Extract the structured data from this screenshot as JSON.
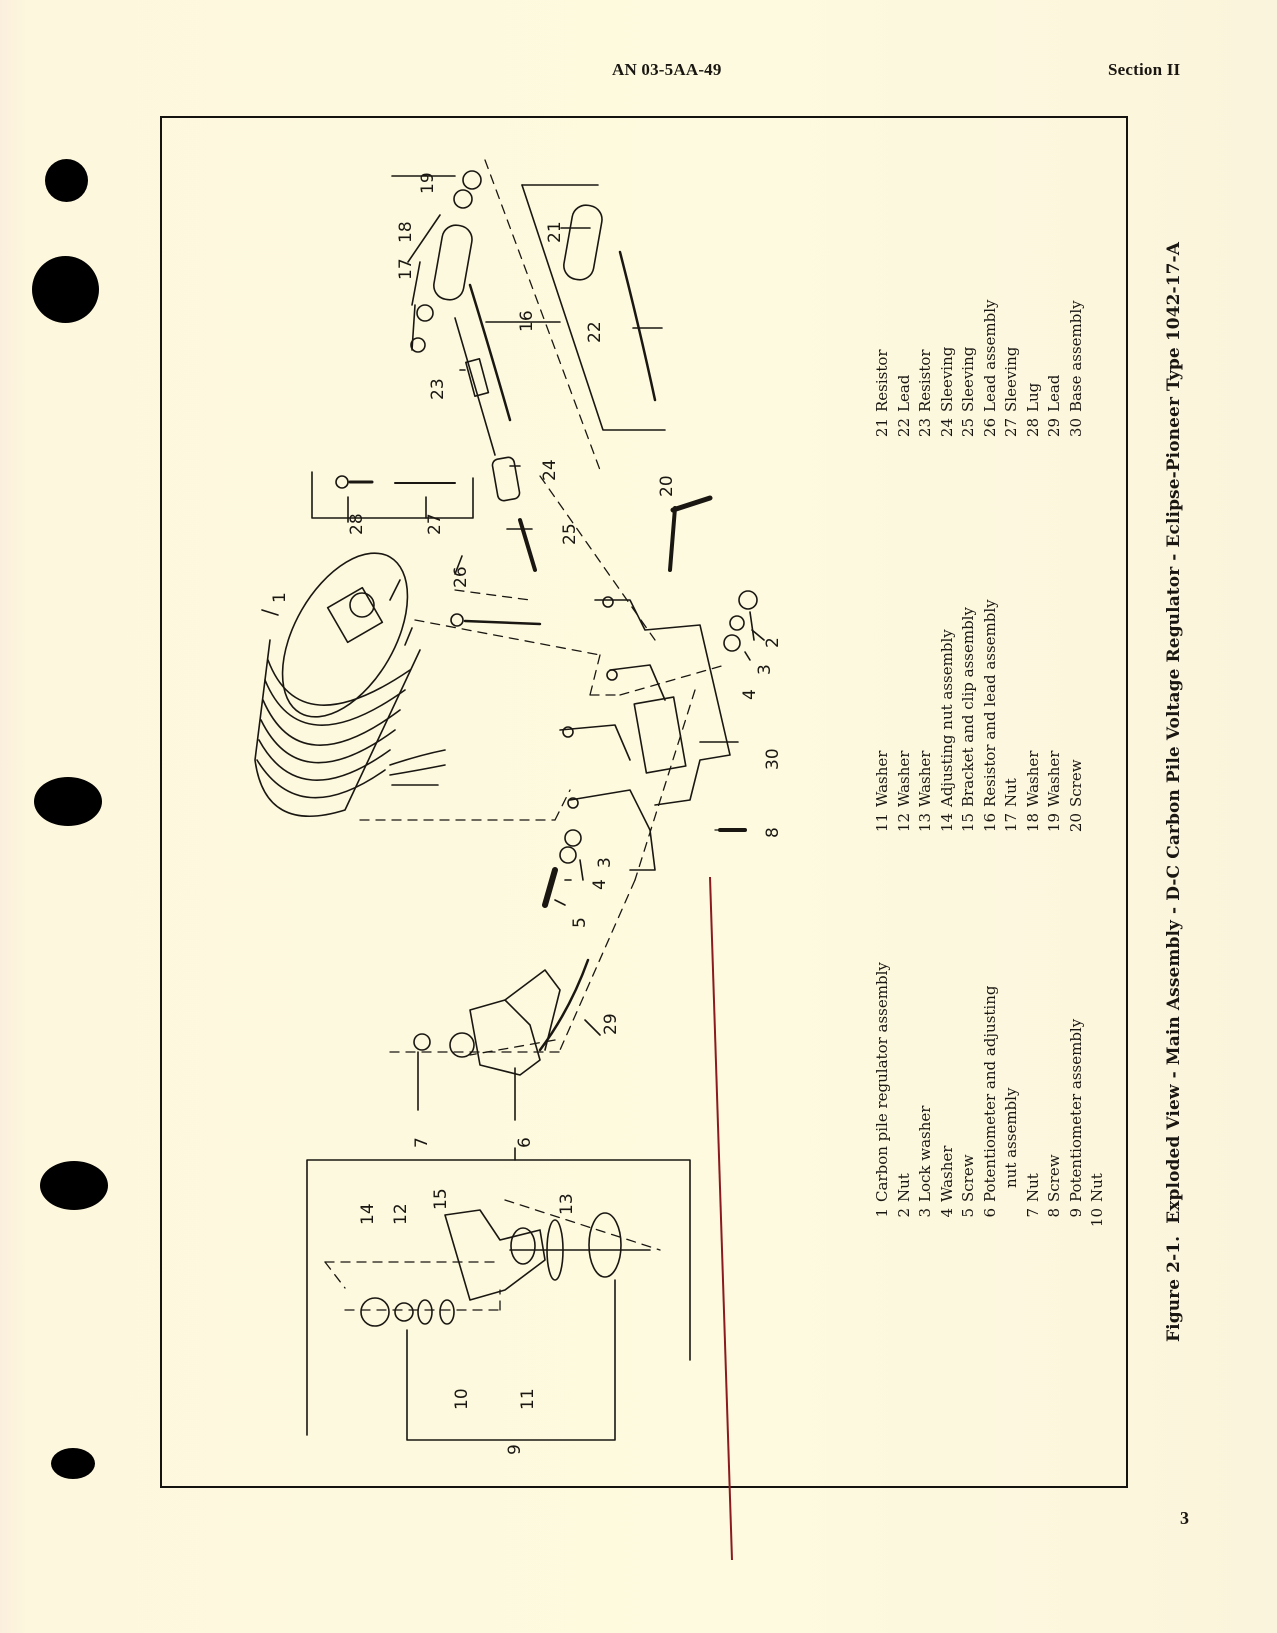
{
  "header": {
    "doc_number": "AN 03-5AA-49",
    "section": "Section II"
  },
  "page_number": "3",
  "figure": {
    "caption": "Figure 2-1.  Exploded View - Main Assembly - D-C Carbon Pile Voltage Regulator - Eclipse-Pioneer Type 1042-17-A",
    "callouts": [
      "1",
      "2",
      "3",
      "4",
      "5",
      "6",
      "7",
      "8",
      "9",
      "10",
      "11",
      "12",
      "13",
      "14",
      "15",
      "16",
      "17",
      "18",
      "19",
      "20",
      "21",
      "22",
      "23",
      "24",
      "25",
      "26",
      "27",
      "28",
      "29",
      "30"
    ]
  },
  "legend": {
    "columns": [
      [
        {
          "num": "1",
          "label": "Carbon pile regulator assembly"
        },
        {
          "num": "2",
          "label": "Nut"
        },
        {
          "num": "3",
          "label": "Lock washer"
        },
        {
          "num": "4",
          "label": "Washer"
        },
        {
          "num": "5",
          "label": "Screw"
        },
        {
          "num": "6",
          "label": "Potentiometer and adjusting"
        },
        {
          "num": "",
          "label": "nut assembly"
        },
        {
          "num": "7",
          "label": "Nut"
        },
        {
          "num": "8",
          "label": "Screw"
        },
        {
          "num": "9",
          "label": "Potentiometer assembly"
        },
        {
          "num": "10",
          "label": "Nut"
        }
      ],
      [
        {
          "num": "11",
          "label": "Washer"
        },
        {
          "num": "12",
          "label": "Washer"
        },
        {
          "num": "13",
          "label": "Washer"
        },
        {
          "num": "14",
          "label": "Adjusting nut assembly"
        },
        {
          "num": "15",
          "label": "Bracket and clip assembly"
        },
        {
          "num": "16",
          "label": "Resistor and lead assembly"
        },
        {
          "num": "17",
          "label": "Nut"
        },
        {
          "num": "18",
          "label": "Washer"
        },
        {
          "num": "19",
          "label": "Washer"
        },
        {
          "num": "20",
          "label": "Screw"
        }
      ],
      [
        {
          "num": "21",
          "label": "Resistor"
        },
        {
          "num": "22",
          "label": "Lead"
        },
        {
          "num": "23",
          "label": "Resistor"
        },
        {
          "num": "24",
          "label": "Sleeving"
        },
        {
          "num": "25",
          "label": "Sleeving"
        },
        {
          "num": "26",
          "label": "Lead assembly"
        },
        {
          "num": "27",
          "label": "Sleeving"
        },
        {
          "num": "28",
          "label": "Lug"
        },
        {
          "num": "29",
          "label": "Lead"
        },
        {
          "num": "30",
          "label": "Base assembly"
        }
      ]
    ]
  },
  "colors": {
    "paper": "#fdf9dc",
    "ink": "#1a1712",
    "red_rule": "#8a1a1f"
  }
}
